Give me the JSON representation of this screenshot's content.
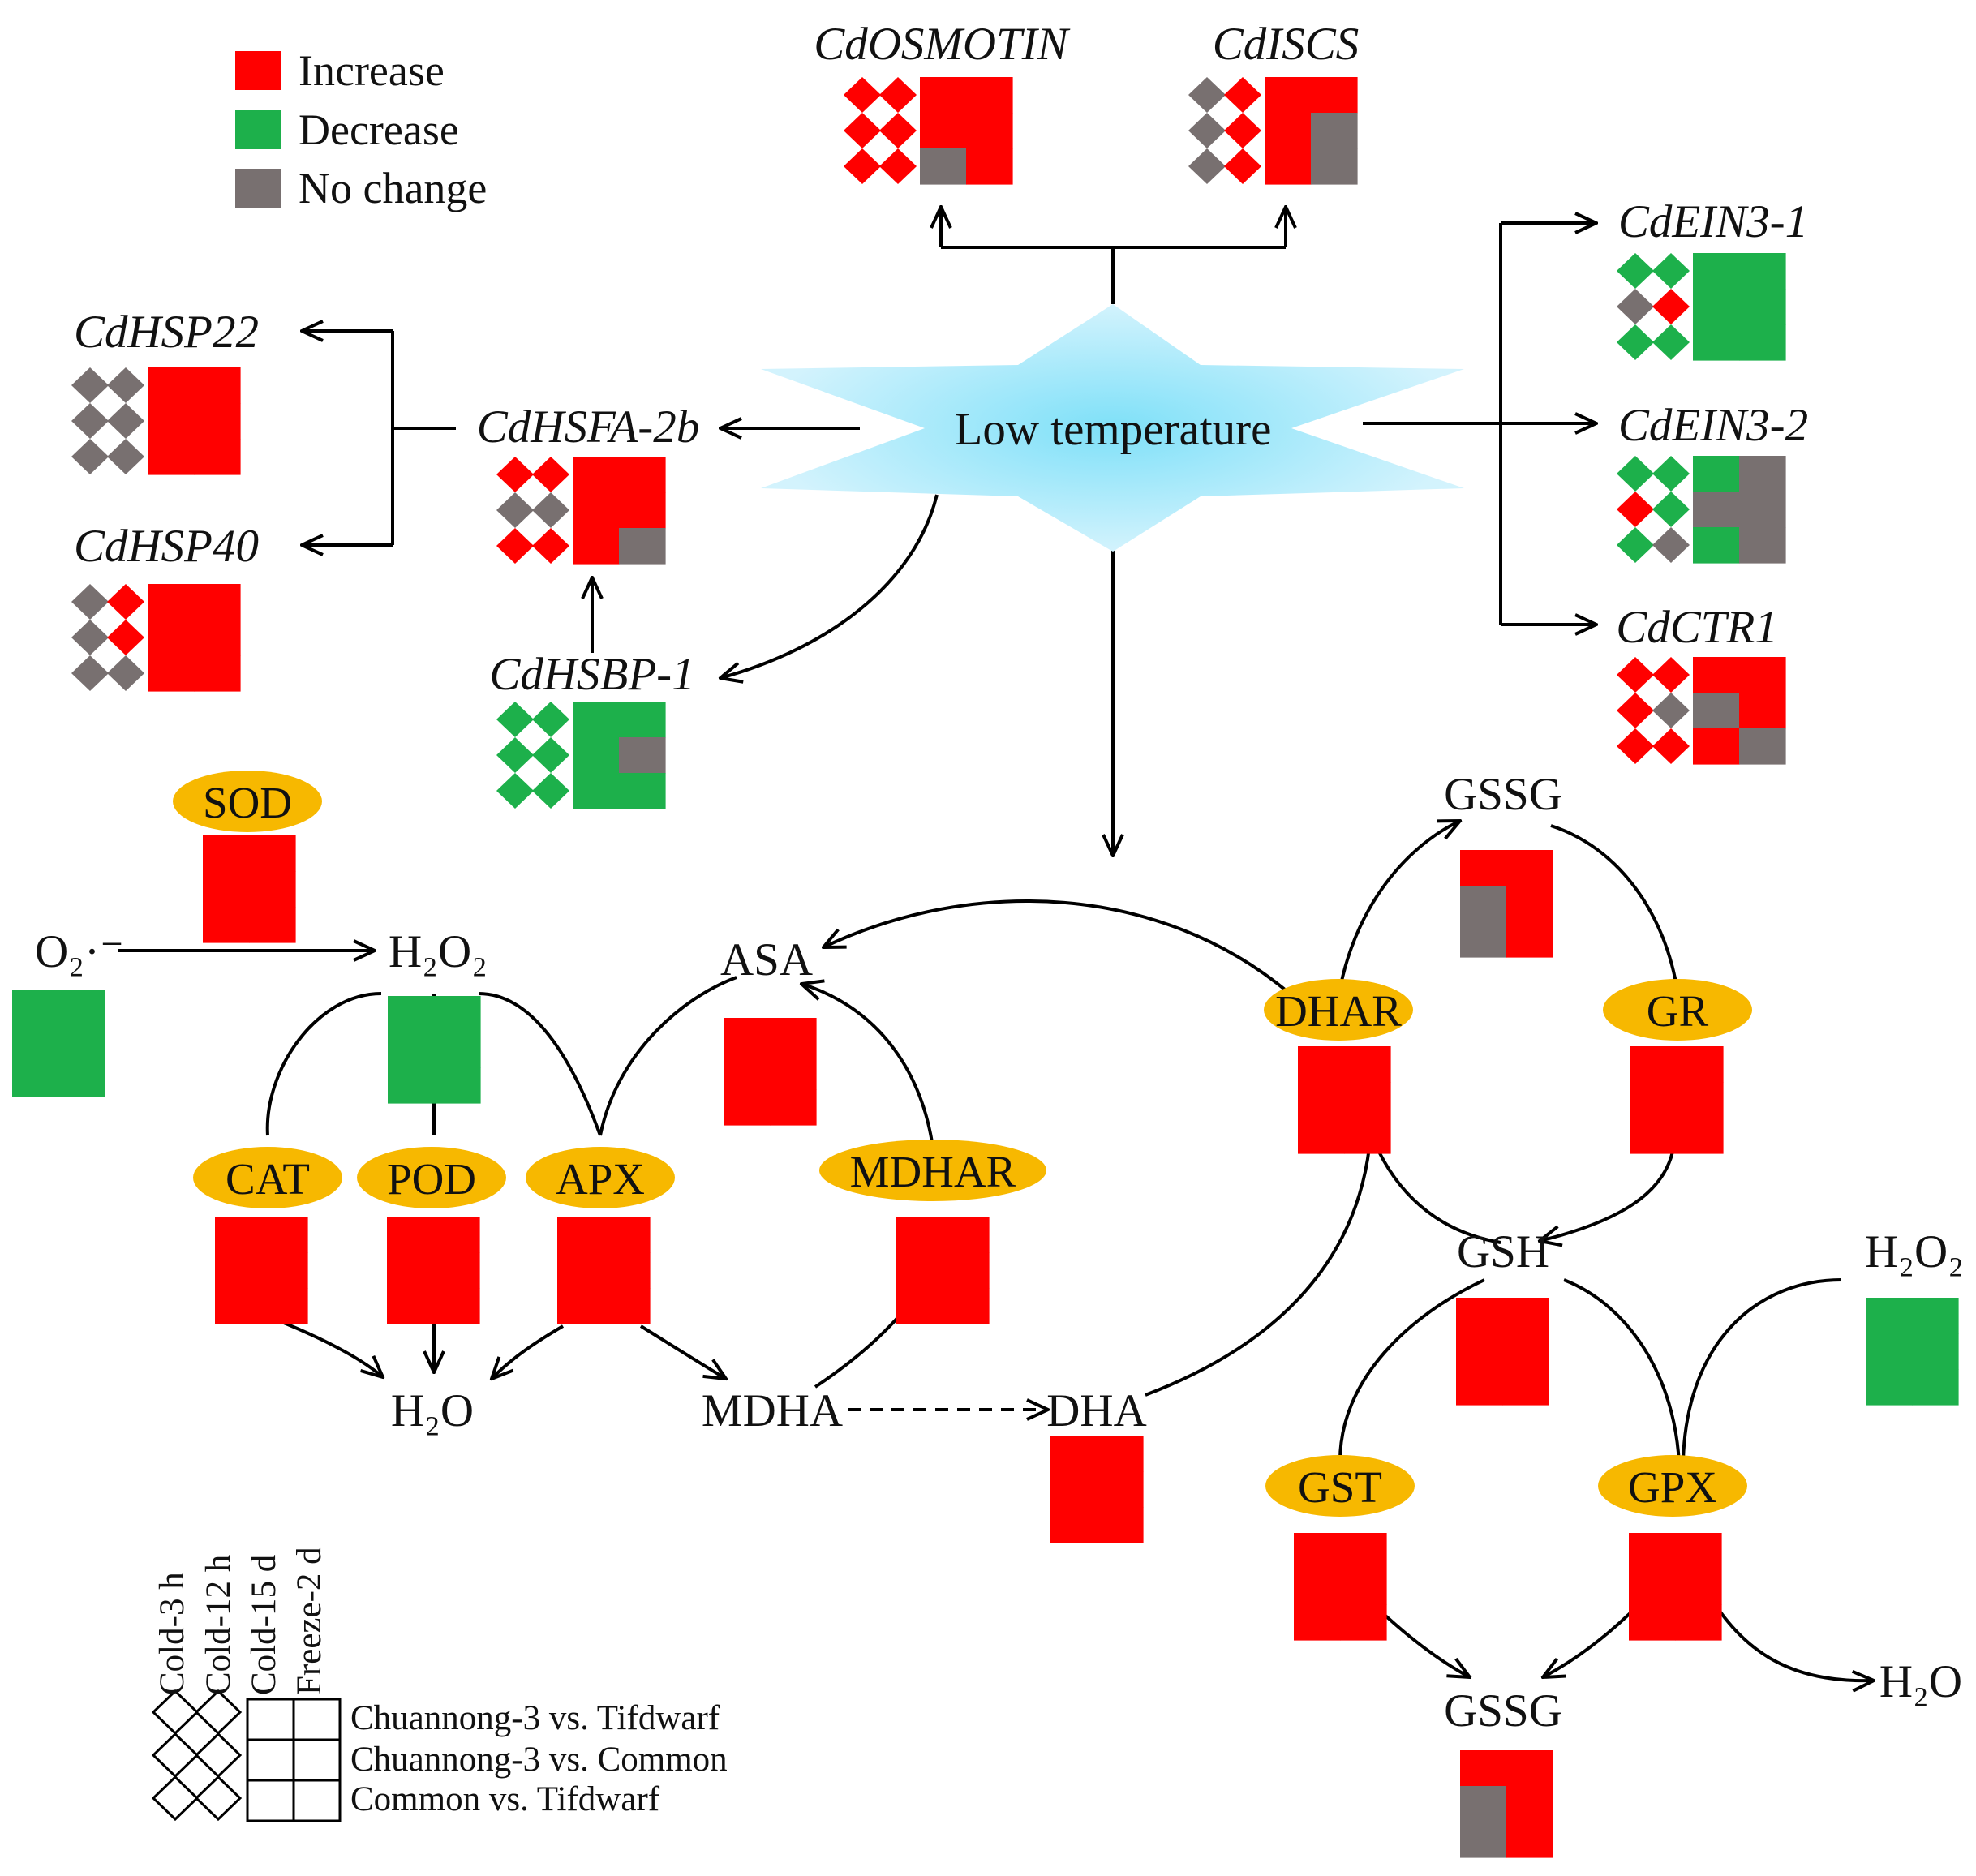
{
  "colors": {
    "increase": "#ff0000",
    "decrease": "#1db04b",
    "no_change": "#787070",
    "enzyme": "#f7b800",
    "stress_center": "#7ee0f8",
    "stress_edge": "#d3f3fd"
  },
  "legend": {
    "items": [
      {
        "label": "Increase",
        "color": "increase"
      },
      {
        "label": "Decrease",
        "color": "decrease"
      },
      {
        "label": "No change",
        "color": "no_change"
      }
    ]
  },
  "center": {
    "label": "Low temperature"
  },
  "key": {
    "columns": [
      "Cold-3 h",
      "Cold-12 h",
      "Cold-15 d",
      "Freeze-2 d"
    ],
    "rows": [
      "Chuannong-3 vs. Tifdwarf",
      "Chuannong-3 vs. Common",
      "Common vs. Tifdwarf"
    ]
  },
  "genes": [
    {
      "name": "CdOSMOTIN",
      "diamonds": [
        [
          "I",
          "I"
        ],
        [
          "I",
          "I"
        ],
        [
          "I",
          "I"
        ]
      ],
      "blocks": [
        [
          "I",
          "I"
        ],
        [
          "I",
          "I"
        ],
        [
          "N",
          "I"
        ]
      ]
    },
    {
      "name": "CdISCS",
      "diamonds": [
        [
          "N",
          "I"
        ],
        [
          "N",
          "I"
        ],
        [
          "N",
          "I"
        ]
      ],
      "blocks": [
        [
          "I",
          "I"
        ],
        [
          "I",
          "N"
        ],
        [
          "I",
          "N"
        ]
      ]
    },
    {
      "name": "CdHSP22",
      "diamonds": [
        [
          "N",
          "N"
        ],
        [
          "N",
          "N"
        ],
        [
          "N",
          "N"
        ]
      ],
      "blocks": [
        [
          "I",
          "I"
        ],
        [
          "I",
          "I"
        ],
        [
          "I",
          "I"
        ]
      ]
    },
    {
      "name": "CdHSP40",
      "diamonds": [
        [
          "N",
          "I"
        ],
        [
          "N",
          "I"
        ],
        [
          "N",
          "N"
        ]
      ],
      "blocks": [
        [
          "I",
          "I"
        ],
        [
          "I",
          "I"
        ],
        [
          "I",
          "I"
        ]
      ]
    },
    {
      "name": "CdHSFA-2b",
      "diamonds": [
        [
          "I",
          "I"
        ],
        [
          "N",
          "N"
        ],
        [
          "I",
          "I"
        ]
      ],
      "blocks": [
        [
          "I",
          "I"
        ],
        [
          "I",
          "I"
        ],
        [
          "I",
          "N"
        ]
      ]
    },
    {
      "name": "CdHSBP-1",
      "diamonds": [
        [
          "D",
          "D"
        ],
        [
          "D",
          "D"
        ],
        [
          "D",
          "D"
        ]
      ],
      "blocks": [
        [
          "D",
          "D"
        ],
        [
          "D",
          "N"
        ],
        [
          "D",
          "D"
        ]
      ]
    },
    {
      "name": "CdEIN3-1",
      "diamonds": [
        [
          "D",
          "D"
        ],
        [
          "N",
          "I"
        ],
        [
          "D",
          "D"
        ]
      ],
      "blocks": [
        [
          "D",
          "D"
        ],
        [
          "D",
          "D"
        ],
        [
          "D",
          "D"
        ]
      ]
    },
    {
      "name": "CdEIN3-2",
      "diamonds": [
        [
          "D",
          "D"
        ],
        [
          "I",
          "D"
        ],
        [
          "D",
          "N"
        ]
      ],
      "blocks": [
        [
          "D",
          "N"
        ],
        [
          "N",
          "N"
        ],
        [
          "D",
          "N"
        ]
      ]
    },
    {
      "name": "CdCTR1",
      "diamonds": [
        [
          "I",
          "I"
        ],
        [
          "I",
          "N"
        ],
        [
          "I",
          "I"
        ]
      ],
      "blocks": [
        [
          "I",
          "I"
        ],
        [
          "N",
          "I"
        ],
        [
          "I",
          "N"
        ]
      ]
    }
  ],
  "enzymes": [
    {
      "name": "SOD",
      "blocks": [
        [
          "I",
          "I"
        ],
        [
          "I",
          "I"
        ],
        [
          "I",
          "I"
        ]
      ]
    },
    {
      "name": "CAT",
      "blocks": [
        [
          "I",
          "I"
        ],
        [
          "I",
          "I"
        ],
        [
          "I",
          "I"
        ]
      ]
    },
    {
      "name": "POD",
      "blocks": [
        [
          "I",
          "I"
        ],
        [
          "I",
          "I"
        ],
        [
          "I",
          "I"
        ]
      ]
    },
    {
      "name": "APX",
      "blocks": [
        [
          "I",
          "I"
        ],
        [
          "I",
          "I"
        ],
        [
          "I",
          "I"
        ]
      ]
    },
    {
      "name": "MDHAR",
      "blocks": [
        [
          "I",
          "I"
        ],
        [
          "I",
          "I"
        ],
        [
          "I",
          "I"
        ]
      ]
    },
    {
      "name": "DHAR",
      "blocks": [
        [
          "I",
          "I"
        ],
        [
          "I",
          "I"
        ],
        [
          "I",
          "I"
        ]
      ]
    },
    {
      "name": "GR",
      "blocks": [
        [
          "I",
          "I"
        ],
        [
          "I",
          "I"
        ],
        [
          "I",
          "I"
        ]
      ]
    },
    {
      "name": "GST",
      "blocks": [
        [
          "I",
          "I"
        ],
        [
          "I",
          "I"
        ],
        [
          "I",
          "I"
        ]
      ]
    },
    {
      "name": "GPX",
      "blocks": [
        [
          "I",
          "I"
        ],
        [
          "I",
          "I"
        ],
        [
          "I",
          "I"
        ]
      ]
    }
  ],
  "metabolites": [
    {
      "key": "o2",
      "label": "O₂·⁻",
      "blocks": [
        [
          "D",
          "D"
        ],
        [
          "D",
          "D"
        ],
        [
          "D",
          "D"
        ]
      ]
    },
    {
      "key": "h2o2_left",
      "label": "H₂O₂",
      "blocks": [
        [
          "D",
          "D"
        ],
        [
          "D",
          "D"
        ],
        [
          "D",
          "D"
        ]
      ]
    },
    {
      "key": "asa",
      "label": "ASA",
      "blocks": [
        [
          "I",
          "I"
        ],
        [
          "I",
          "I"
        ],
        [
          "I",
          "I"
        ]
      ]
    },
    {
      "key": "h2o_left",
      "label": "H₂O"
    },
    {
      "key": "mdha",
      "label": "MDHA"
    },
    {
      "key": "dha",
      "label": "DHA",
      "blocks": [
        [
          "I",
          "I"
        ],
        [
          "I",
          "I"
        ],
        [
          "I",
          "I"
        ]
      ]
    },
    {
      "key": "gssg_top",
      "label": "GSSG",
      "blocks": [
        [
          "I",
          "I"
        ],
        [
          "N",
          "I"
        ],
        [
          "N",
          "I"
        ]
      ]
    },
    {
      "key": "gsh",
      "label": "GSH",
      "blocks": [
        [
          "I",
          "I"
        ],
        [
          "I",
          "I"
        ],
        [
          "I",
          "I"
        ]
      ]
    },
    {
      "key": "h2o2_right",
      "label": "H₂O₂",
      "blocks": [
        [
          "D",
          "D"
        ],
        [
          "D",
          "D"
        ],
        [
          "D",
          "D"
        ]
      ]
    },
    {
      "key": "h2o_right",
      "label": "H₂O"
    },
    {
      "key": "gssg_bottom",
      "label": "GSSG",
      "blocks": [
        [
          "I",
          "I"
        ],
        [
          "N",
          "I"
        ],
        [
          "N",
          "I"
        ]
      ]
    }
  ]
}
